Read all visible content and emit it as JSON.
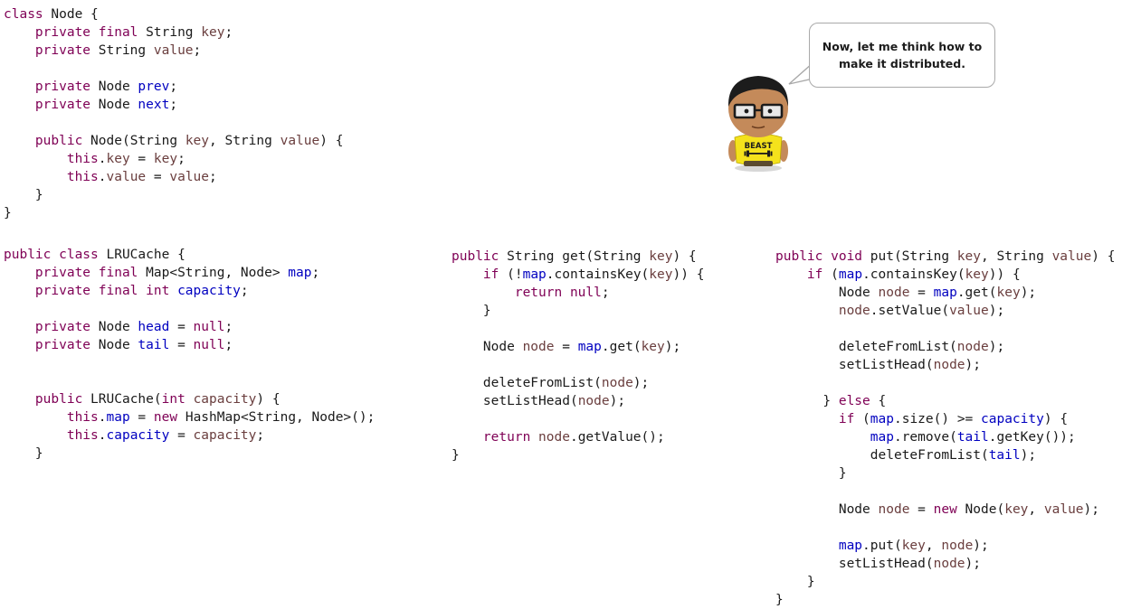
{
  "speech_bubble": {
    "text": "Now, let me think how to make it distributed."
  },
  "avatar": {
    "shirt_text": "BEAST"
  },
  "code_blocks": [
    {
      "id": "node-class",
      "lines": [
        [
          {
            "c": "kw",
            "t": "class"
          },
          {
            "c": "ty",
            "t": " Node {"
          }
        ],
        [
          {
            "c": "ty",
            "t": "    "
          },
          {
            "c": "kw",
            "t": "private final"
          },
          {
            "c": "ty",
            "t": " String "
          },
          {
            "c": "var",
            "t": "key"
          },
          {
            "c": "ty",
            "t": ";"
          }
        ],
        [
          {
            "c": "ty",
            "t": "    "
          },
          {
            "c": "kw",
            "t": "private"
          },
          {
            "c": "ty",
            "t": " String "
          },
          {
            "c": "var",
            "t": "value"
          },
          {
            "c": "ty",
            "t": ";"
          }
        ],
        [],
        [
          {
            "c": "ty",
            "t": "    "
          },
          {
            "c": "kw",
            "t": "private"
          },
          {
            "c": "ty",
            "t": " Node "
          },
          {
            "c": "fld",
            "t": "prev"
          },
          {
            "c": "ty",
            "t": ";"
          }
        ],
        [
          {
            "c": "ty",
            "t": "    "
          },
          {
            "c": "kw",
            "t": "private"
          },
          {
            "c": "ty",
            "t": " Node "
          },
          {
            "c": "fld",
            "t": "next"
          },
          {
            "c": "ty",
            "t": ";"
          }
        ],
        [],
        [
          {
            "c": "ty",
            "t": "    "
          },
          {
            "c": "kw",
            "t": "public"
          },
          {
            "c": "ty",
            "t": " Node(String "
          },
          {
            "c": "var",
            "t": "key"
          },
          {
            "c": "ty",
            "t": ", String "
          },
          {
            "c": "var",
            "t": "value"
          },
          {
            "c": "ty",
            "t": ") {"
          }
        ],
        [
          {
            "c": "ty",
            "t": "        "
          },
          {
            "c": "kw",
            "t": "this"
          },
          {
            "c": "ty",
            "t": "."
          },
          {
            "c": "var",
            "t": "key"
          },
          {
            "c": "ty",
            "t": " = "
          },
          {
            "c": "var",
            "t": "key"
          },
          {
            "c": "ty",
            "t": ";"
          }
        ],
        [
          {
            "c": "ty",
            "t": "        "
          },
          {
            "c": "kw",
            "t": "this"
          },
          {
            "c": "ty",
            "t": "."
          },
          {
            "c": "var",
            "t": "value"
          },
          {
            "c": "ty",
            "t": " = "
          },
          {
            "c": "var",
            "t": "value"
          },
          {
            "c": "ty",
            "t": ";"
          }
        ],
        [
          {
            "c": "ty",
            "t": "    }"
          }
        ],
        [
          {
            "c": "ty",
            "t": "}"
          }
        ]
      ]
    },
    {
      "id": "lru-class",
      "lines": [
        [
          {
            "c": "kw",
            "t": "public class"
          },
          {
            "c": "ty",
            "t": " LRUCache {"
          }
        ],
        [
          {
            "c": "ty",
            "t": "    "
          },
          {
            "c": "kw",
            "t": "private final"
          },
          {
            "c": "ty",
            "t": " Map<String, Node> "
          },
          {
            "c": "fld",
            "t": "map"
          },
          {
            "c": "ty",
            "t": ";"
          }
        ],
        [
          {
            "c": "ty",
            "t": "    "
          },
          {
            "c": "kw",
            "t": "private final int"
          },
          {
            "c": "ty",
            "t": " "
          },
          {
            "c": "fld",
            "t": "capacity"
          },
          {
            "c": "ty",
            "t": ";"
          }
        ],
        [],
        [
          {
            "c": "ty",
            "t": "    "
          },
          {
            "c": "kw",
            "t": "private"
          },
          {
            "c": "ty",
            "t": " Node "
          },
          {
            "c": "fld",
            "t": "head"
          },
          {
            "c": "ty",
            "t": " = "
          },
          {
            "c": "kw",
            "t": "null"
          },
          {
            "c": "ty",
            "t": ";"
          }
        ],
        [
          {
            "c": "ty",
            "t": "    "
          },
          {
            "c": "kw",
            "t": "private"
          },
          {
            "c": "ty",
            "t": " Node "
          },
          {
            "c": "fld",
            "t": "tail"
          },
          {
            "c": "ty",
            "t": " = "
          },
          {
            "c": "kw",
            "t": "null"
          },
          {
            "c": "ty",
            "t": ";"
          }
        ],
        [],
        [],
        [
          {
            "c": "ty",
            "t": "    "
          },
          {
            "c": "kw",
            "t": "public"
          },
          {
            "c": "ty",
            "t": " LRUCache("
          },
          {
            "c": "kw",
            "t": "int"
          },
          {
            "c": "ty",
            "t": " "
          },
          {
            "c": "var",
            "t": "capacity"
          },
          {
            "c": "ty",
            "t": ") {"
          }
        ],
        [
          {
            "c": "ty",
            "t": "        "
          },
          {
            "c": "kw",
            "t": "this"
          },
          {
            "c": "ty",
            "t": "."
          },
          {
            "c": "fld",
            "t": "map"
          },
          {
            "c": "ty",
            "t": " = "
          },
          {
            "c": "kw",
            "t": "new"
          },
          {
            "c": "ty",
            "t": " HashMap<String, Node>();"
          }
        ],
        [
          {
            "c": "ty",
            "t": "        "
          },
          {
            "c": "kw",
            "t": "this"
          },
          {
            "c": "ty",
            "t": "."
          },
          {
            "c": "fld",
            "t": "capacity"
          },
          {
            "c": "ty",
            "t": " = "
          },
          {
            "c": "var",
            "t": "capacity"
          },
          {
            "c": "ty",
            "t": ";"
          }
        ],
        [
          {
            "c": "ty",
            "t": "    }"
          }
        ]
      ]
    },
    {
      "id": "get-method",
      "lines": [
        [
          {
            "c": "kw",
            "t": "public"
          },
          {
            "c": "ty",
            "t": " String get(String "
          },
          {
            "c": "var",
            "t": "key"
          },
          {
            "c": "ty",
            "t": ") {"
          }
        ],
        [
          {
            "c": "ty",
            "t": "    "
          },
          {
            "c": "kw",
            "t": "if"
          },
          {
            "c": "ty",
            "t": " (!"
          },
          {
            "c": "fld",
            "t": "map"
          },
          {
            "c": "ty",
            "t": ".containsKey("
          },
          {
            "c": "var",
            "t": "key"
          },
          {
            "c": "ty",
            "t": ")) {"
          }
        ],
        [
          {
            "c": "ty",
            "t": "        "
          },
          {
            "c": "kw",
            "t": "return null"
          },
          {
            "c": "ty",
            "t": ";"
          }
        ],
        [
          {
            "c": "ty",
            "t": "    }"
          }
        ],
        [],
        [
          {
            "c": "ty",
            "t": "    Node "
          },
          {
            "c": "var",
            "t": "node"
          },
          {
            "c": "ty",
            "t": " = "
          },
          {
            "c": "fld",
            "t": "map"
          },
          {
            "c": "ty",
            "t": ".get("
          },
          {
            "c": "var",
            "t": "key"
          },
          {
            "c": "ty",
            "t": ");"
          }
        ],
        [],
        [
          {
            "c": "ty",
            "t": "    deleteFromList("
          },
          {
            "c": "var",
            "t": "node"
          },
          {
            "c": "ty",
            "t": ");"
          }
        ],
        [
          {
            "c": "ty",
            "t": "    setListHead("
          },
          {
            "c": "var",
            "t": "node"
          },
          {
            "c": "ty",
            "t": ");"
          }
        ],
        [],
        [
          {
            "c": "ty",
            "t": "    "
          },
          {
            "c": "kw",
            "t": "return"
          },
          {
            "c": "ty",
            "t": " "
          },
          {
            "c": "var",
            "t": "node"
          },
          {
            "c": "ty",
            "t": ".getValue();"
          }
        ],
        [
          {
            "c": "ty",
            "t": "}"
          }
        ]
      ]
    },
    {
      "id": "put-method",
      "lines": [
        [
          {
            "c": "kw",
            "t": "public void"
          },
          {
            "c": "ty",
            "t": " put(String "
          },
          {
            "c": "var",
            "t": "key"
          },
          {
            "c": "ty",
            "t": ", String "
          },
          {
            "c": "var",
            "t": "value"
          },
          {
            "c": "ty",
            "t": ") {"
          }
        ],
        [
          {
            "c": "ty",
            "t": "    "
          },
          {
            "c": "kw",
            "t": "if"
          },
          {
            "c": "ty",
            "t": " ("
          },
          {
            "c": "fld",
            "t": "map"
          },
          {
            "c": "ty",
            "t": ".containsKey("
          },
          {
            "c": "var",
            "t": "key"
          },
          {
            "c": "ty",
            "t": ")) {"
          }
        ],
        [
          {
            "c": "ty",
            "t": "        Node "
          },
          {
            "c": "var",
            "t": "node"
          },
          {
            "c": "ty",
            "t": " = "
          },
          {
            "c": "fld",
            "t": "map"
          },
          {
            "c": "ty",
            "t": ".get("
          },
          {
            "c": "var",
            "t": "key"
          },
          {
            "c": "ty",
            "t": ");"
          }
        ],
        [
          {
            "c": "ty",
            "t": "        "
          },
          {
            "c": "var",
            "t": "node"
          },
          {
            "c": "ty",
            "t": ".setValue("
          },
          {
            "c": "var",
            "t": "value"
          },
          {
            "c": "ty",
            "t": ");"
          }
        ],
        [],
        [
          {
            "c": "ty",
            "t": "        deleteFromList("
          },
          {
            "c": "var",
            "t": "node"
          },
          {
            "c": "ty",
            "t": ");"
          }
        ],
        [
          {
            "c": "ty",
            "t": "        setListHead("
          },
          {
            "c": "var",
            "t": "node"
          },
          {
            "c": "ty",
            "t": ");"
          }
        ],
        [],
        [
          {
            "c": "ty",
            "t": "      } "
          },
          {
            "c": "kw",
            "t": "else"
          },
          {
            "c": "ty",
            "t": " {"
          }
        ],
        [
          {
            "c": "ty",
            "t": "        "
          },
          {
            "c": "kw",
            "t": "if"
          },
          {
            "c": "ty",
            "t": " ("
          },
          {
            "c": "fld",
            "t": "map"
          },
          {
            "c": "ty",
            "t": ".size() >= "
          },
          {
            "c": "fld",
            "t": "capacity"
          },
          {
            "c": "ty",
            "t": ") {"
          }
        ],
        [
          {
            "c": "ty",
            "t": "            "
          },
          {
            "c": "fld",
            "t": "map"
          },
          {
            "c": "ty",
            "t": ".remove("
          },
          {
            "c": "fld",
            "t": "tail"
          },
          {
            "c": "ty",
            "t": ".getKey());"
          }
        ],
        [
          {
            "c": "ty",
            "t": "            deleteFromList("
          },
          {
            "c": "fld",
            "t": "tail"
          },
          {
            "c": "ty",
            "t": ");"
          }
        ],
        [
          {
            "c": "ty",
            "t": "        }"
          }
        ],
        [],
        [
          {
            "c": "ty",
            "t": "        Node "
          },
          {
            "c": "var",
            "t": "node"
          },
          {
            "c": "ty",
            "t": " = "
          },
          {
            "c": "kw",
            "t": "new"
          },
          {
            "c": "ty",
            "t": " Node("
          },
          {
            "c": "var",
            "t": "key"
          },
          {
            "c": "ty",
            "t": ", "
          },
          {
            "c": "var",
            "t": "value"
          },
          {
            "c": "ty",
            "t": ");"
          }
        ],
        [],
        [
          {
            "c": "ty",
            "t": "        "
          },
          {
            "c": "fld",
            "t": "map"
          },
          {
            "c": "ty",
            "t": ".put("
          },
          {
            "c": "var",
            "t": "key"
          },
          {
            "c": "ty",
            "t": ", "
          },
          {
            "c": "var",
            "t": "node"
          },
          {
            "c": "ty",
            "t": ");"
          }
        ],
        [
          {
            "c": "ty",
            "t": "        setListHead("
          },
          {
            "c": "var",
            "t": "node"
          },
          {
            "c": "ty",
            "t": ");"
          }
        ],
        [
          {
            "c": "ty",
            "t": "    }"
          }
        ],
        [
          {
            "c": "ty",
            "t": "}"
          }
        ]
      ]
    }
  ]
}
